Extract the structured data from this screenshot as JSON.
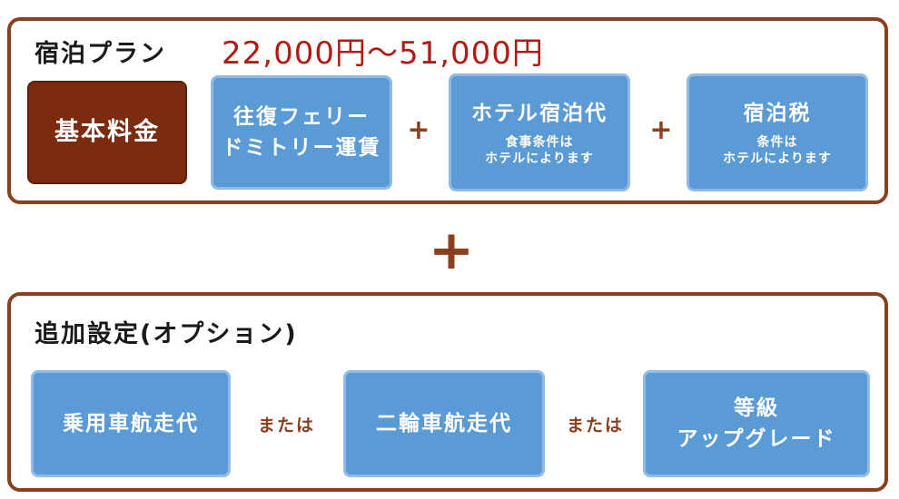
{
  "plan": {
    "title": "宿泊プラン",
    "price": "22,000円〜51,000円",
    "base_label": "基本料金",
    "ferry": {
      "line1": "往復フェリー",
      "line2": "ドミトリー運賃"
    },
    "hotel": {
      "title": "ホテル宿泊代",
      "note1": "食事条件は",
      "note2": "ホテルによります"
    },
    "tax": {
      "title": "宿泊税",
      "note1": "条件は",
      "note2": "ホテルによります"
    },
    "plus": "+"
  },
  "join_plus": "+",
  "option": {
    "title": "追加設定(オプション)",
    "car": "乗用車航走代",
    "bike": "二輪車航走代",
    "or": "または",
    "upgrade": {
      "line1": "等級",
      "line2": "アップグレード"
    }
  },
  "colors": {
    "frame": "#8a3f1f",
    "price": "#b21a14",
    "base_box": "#7a2b10",
    "blue_box": "#5b9bd5",
    "blue_border": "#8fbbe6"
  }
}
